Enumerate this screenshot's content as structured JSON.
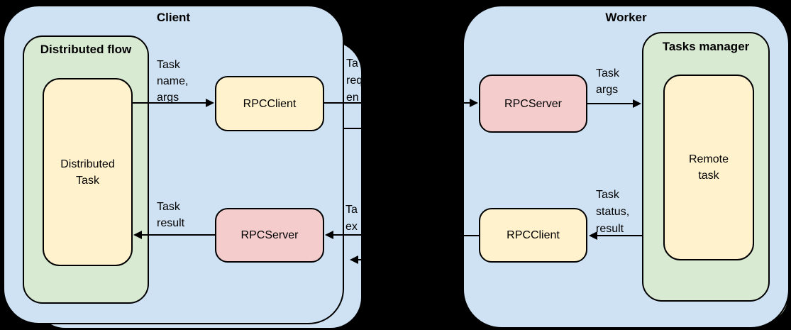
{
  "colors": {
    "background": "#000000",
    "container_blue": "#cfe2f3",
    "container_green": "#d9ead3",
    "box_yellow": "#fff2cc",
    "box_pink": "#f4cccc",
    "outline": "#000000",
    "text": "#000000"
  },
  "client": {
    "title": "Client",
    "flow_title": "Distributed flow",
    "task_lines": [
      "Distributed",
      "Task"
    ],
    "rpc_client": "RPCClient",
    "rpc_server": "RPCServer",
    "label_task_name": [
      "Task",
      "name,",
      "args"
    ],
    "label_task_result": [
      "Task",
      "result"
    ]
  },
  "queue": {
    "fragment_top": [
      "Ta",
      "req",
      "en"
    ],
    "fragment_bottom": [
      "Ta",
      "ex"
    ]
  },
  "worker": {
    "title": "Worker",
    "rpc_server": "RPCServer",
    "rpc_client": "RPCClient",
    "manager_title": "Tasks manager",
    "task_lines": [
      "Remote",
      "task"
    ],
    "label_task_args": [
      "Task",
      "args"
    ],
    "label_task_status": [
      "Task",
      "status,",
      "result"
    ]
  }
}
